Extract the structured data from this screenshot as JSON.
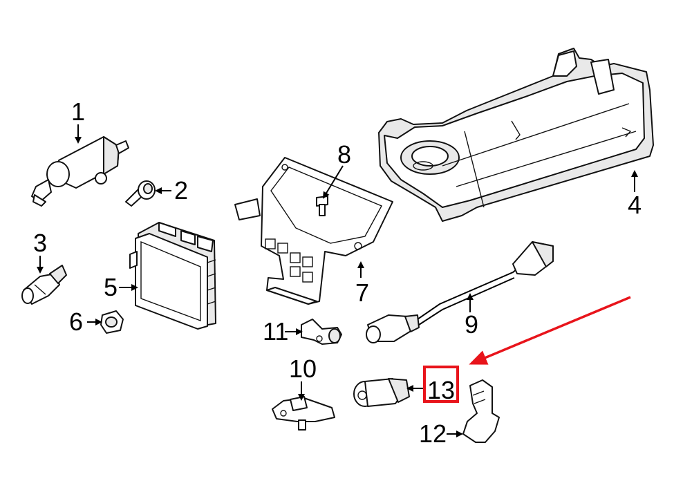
{
  "diagram": {
    "callouts": [
      {
        "id": "1",
        "text": "1"
      },
      {
        "id": "2",
        "text": "2"
      },
      {
        "id": "3",
        "text": "3"
      },
      {
        "id": "4",
        "text": "4"
      },
      {
        "id": "5",
        "text": "5"
      },
      {
        "id": "6",
        "text": "6"
      },
      {
        "id": "7",
        "text": "7"
      },
      {
        "id": "8",
        "text": "8"
      },
      {
        "id": "9",
        "text": "9"
      },
      {
        "id": "10",
        "text": "10"
      },
      {
        "id": "11",
        "text": "11"
      },
      {
        "id": "12",
        "text": "12"
      },
      {
        "id": "13",
        "text": "13"
      }
    ],
    "highlighted_callout": "13",
    "colors": {
      "highlight": "#e8141b",
      "line": "#000000",
      "background": "#ffffff",
      "shade": "#e9e9e9"
    }
  }
}
